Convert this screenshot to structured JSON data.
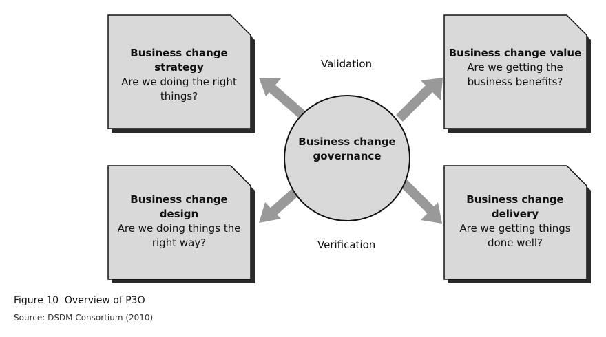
{
  "boxes": {
    "top_left": {
      "title": "Business change strategy",
      "question": "Are we doing the right things?"
    },
    "top_right": {
      "title": "Business change value",
      "question": "Are we getting the business benefits?"
    },
    "bottom_left": {
      "title": "Business change design",
      "question": "Are we doing things the right way?"
    },
    "bottom_right": {
      "title": "Business change delivery",
      "question": "Are we getting things done well?"
    }
  },
  "center": {
    "label": "Business change governance"
  },
  "links": {
    "top": "Validation",
    "bottom": "Verification"
  },
  "caption": {
    "figure": "Figure 10  Overview of P3O",
    "source": "Source: DSDM Consortium (2010)"
  },
  "colors": {
    "box_fill": "#d9d9d9",
    "shadow": "#2a2a2a",
    "arrow": "#999999",
    "outline": "#111111"
  }
}
